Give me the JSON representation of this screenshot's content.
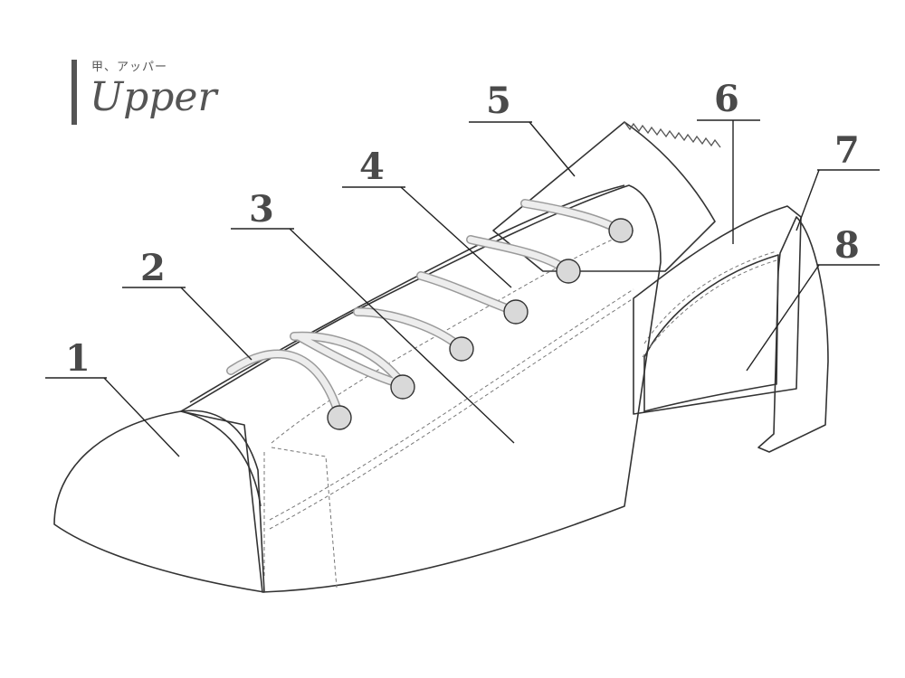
{
  "header": {
    "subtitle": "甲、アッパー",
    "title": "Upper"
  },
  "callouts": [
    {
      "label": "1"
    },
    {
      "label": "2"
    },
    {
      "label": "3"
    },
    {
      "label": "4"
    },
    {
      "label": "5"
    },
    {
      "label": "6"
    },
    {
      "label": "7"
    },
    {
      "label": "8"
    }
  ],
  "colors": {
    "fill_light": "#f4f4f4",
    "fill_mid": "#e3e3e3",
    "fill_dark": "#cfcfcf",
    "outline": "#333333",
    "lace": "#e6e6e6"
  }
}
